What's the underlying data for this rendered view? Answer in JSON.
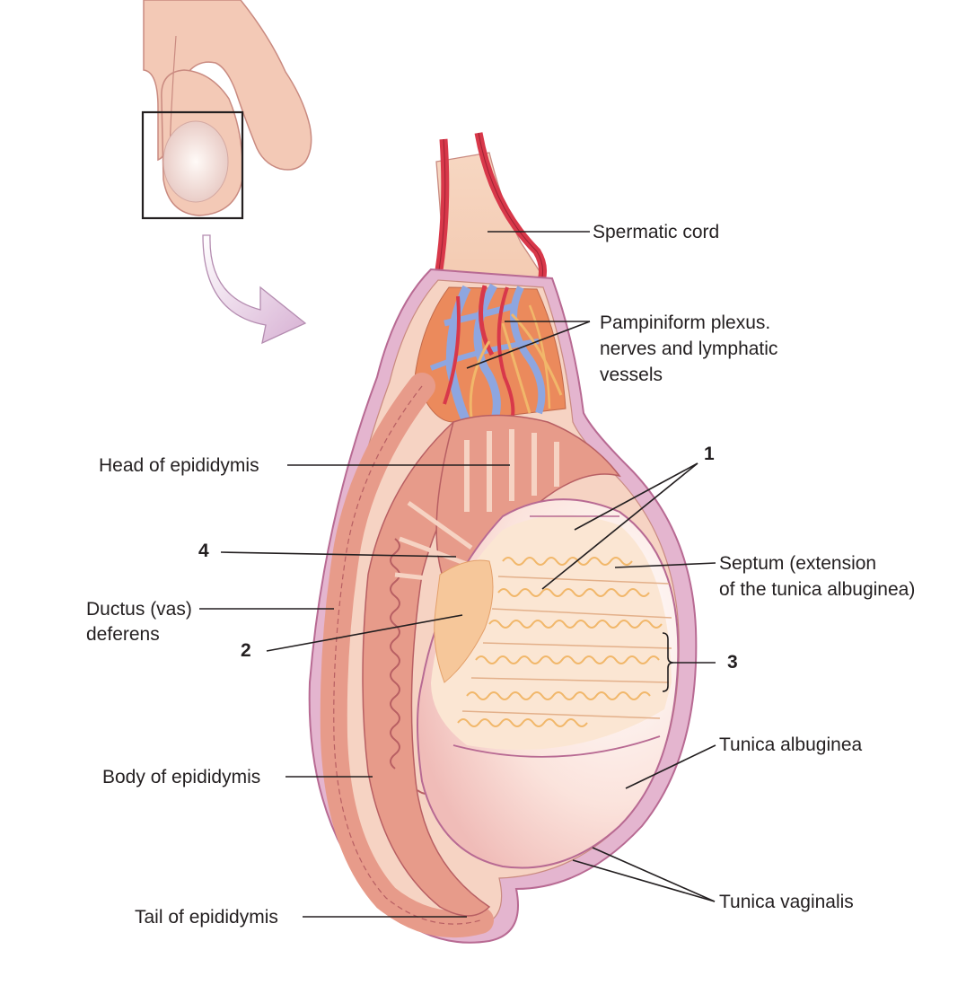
{
  "colors": {
    "skin": "#f3c9b6",
    "skin_outline": "#c98a80",
    "tunica_vaginalis": "#e4b5cf",
    "tunica_outline": "#b86a93",
    "epididymis": "#e79b8a",
    "epididymis_dark": "#b85f63",
    "testis_fill": "#fbe6d3",
    "tubule": "#f1b76a",
    "artery": "#d8384a",
    "vein": "#8ea6e0",
    "arrow": "#e2c3dc",
    "leader": "#231f20"
  },
  "labels": {
    "spermatic_cord": "Spermatic cord",
    "pampiniform_line1": "Pampiniform plexus.",
    "pampiniform_line2": "nerves and lymphatic",
    "pampiniform_line3": "vessels",
    "head_epididymis": "Head of epididymis",
    "ductus_line1": "Ductus (vas)",
    "ductus_line2": "deferens",
    "body_epididymis": "Body of epididymis",
    "tail_epididymis": "Tail of epididymis",
    "septum_line1": "Septum (extension",
    "septum_line2": "of the tunica albuginea)",
    "tunica_albuginea": "Tunica albuginea",
    "tunica_vaginalis": "Tunica vaginalis"
  },
  "numbers": {
    "n1": "1",
    "n2": "2",
    "n3": "3",
    "n4": "4"
  }
}
